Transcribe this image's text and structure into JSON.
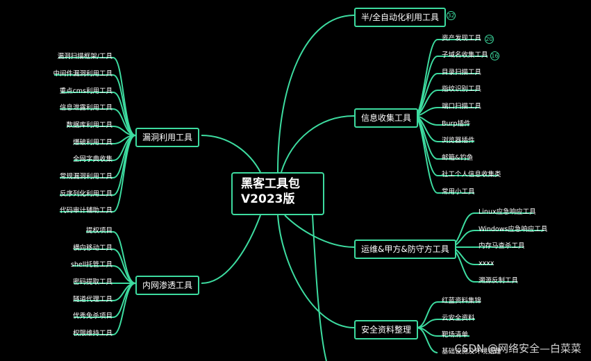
{
  "root": {
    "line1": "黑客工具包",
    "line2": "V2023版"
  },
  "branches": {
    "auto": {
      "label": "半/全自动化利用工具",
      "count": "32"
    },
    "info": {
      "label": "信息收集工具",
      "items": [
        "资产发现工具",
        "子域名收集工具",
        "目录扫描工具",
        "指纹识别工具",
        "端口扫描工具",
        "Burp插件",
        "浏览器插件",
        "邮箱&钓鱼",
        "社工个人信息收集类",
        "常用小工具"
      ],
      "counts": {
        "0": "20",
        "1": "16"
      }
    },
    "ops": {
      "label": "运维&甲方&防守方工具",
      "items": [
        "Linux应急响应工具",
        "Windows应急响应工具",
        "内存马查杀工具",
        "xxxx",
        "溯源反制工具"
      ]
    },
    "security": {
      "label": "安全资料整理",
      "items": [
        "红蓝资料集锦",
        "云安全资料",
        "靶场清单",
        "基础设施及环境搭建"
      ]
    },
    "exploit": {
      "label": "漏洞利用工具",
      "items": [
        "漏洞扫描框架/工具",
        "中间件漏洞利用工具",
        "重点cms利用工具",
        "信息泄露利用工具",
        "数据库利用工具",
        "爆破利用工具",
        "全网字典收集",
        "常规漏洞利用工具",
        "反序列化利用工具",
        "代码审计辅助工具"
      ]
    },
    "intranet": {
      "label": "内网渗透工具",
      "items": [
        "提权项目",
        "横向移动工具",
        "shell托管工具",
        "密码提取工具",
        "隧道代理工具",
        "优秀免杀项目",
        "权限维持工具"
      ]
    }
  },
  "watermark": "CSDN @网络安全—白菜菜",
  "colors": {
    "line": "#3ddca0",
    "background": "#000000",
    "text": "#ffffff"
  }
}
